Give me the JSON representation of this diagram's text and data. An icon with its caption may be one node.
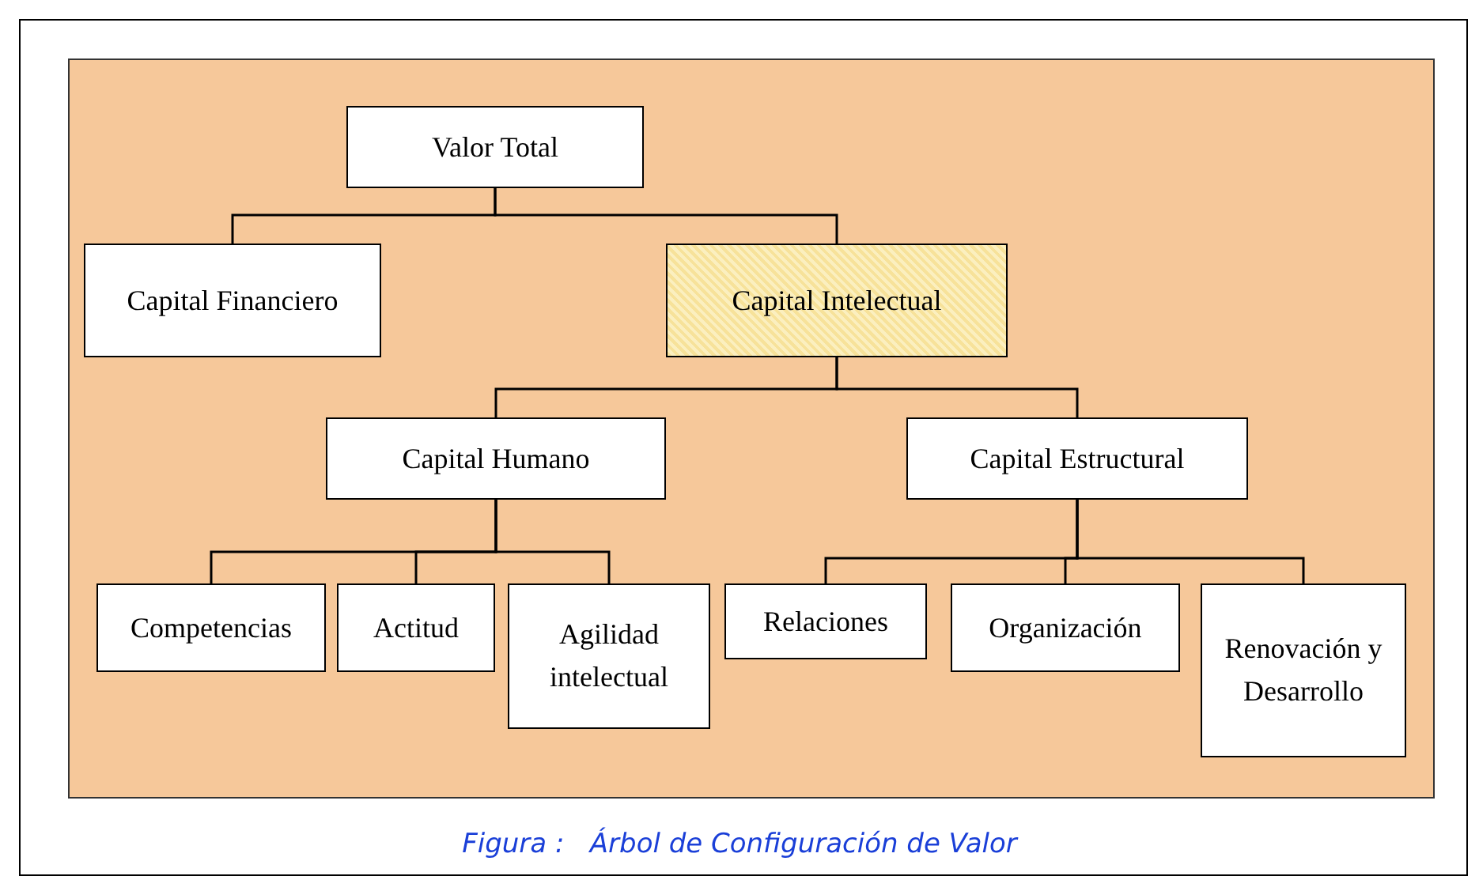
{
  "diagram": {
    "caption": "Figura :   Árbol de Configuración de Valor",
    "nodes": [
      {
        "text": [
          "Valor Total"
        ]
      },
      {
        "text": [
          "Capital Financiero"
        ]
      },
      {
        "text": [
          "Capital Intelectual"
        ]
      },
      {
        "text": [
          "Capital Humano"
        ]
      },
      {
        "text": [
          "Capital Estructural"
        ]
      },
      {
        "text": [
          "Competencias"
        ]
      },
      {
        "text": [
          "Actitud"
        ]
      },
      {
        "text": [
          "Agilidad intelectual"
        ]
      },
      {
        "text": [
          "Relaciones"
        ]
      },
      {
        "text": [
          "Organización"
        ]
      },
      {
        "text": [
          "Renovación y Desarrollo"
        ]
      }
    ],
    "edges": [
      {
        "from": 0,
        "to": 1,
        "arrow": "none"
      },
      {
        "from": 0,
        "to": 2,
        "arrow": "none"
      },
      {
        "from": 2,
        "to": 3,
        "arrow": "none"
      },
      {
        "from": 2,
        "to": 4,
        "arrow": "none"
      },
      {
        "from": 3,
        "to": 5,
        "arrow": "none"
      },
      {
        "from": 3,
        "to": 6,
        "arrow": "none"
      },
      {
        "from": 3,
        "to": 7,
        "arrow": "none"
      },
      {
        "from": 4,
        "to": 8,
        "arrow": "none"
      },
      {
        "from": 4,
        "to": 9,
        "arrow": "none"
      },
      {
        "from": 4,
        "to": 10,
        "arrow": "none"
      }
    ]
  }
}
